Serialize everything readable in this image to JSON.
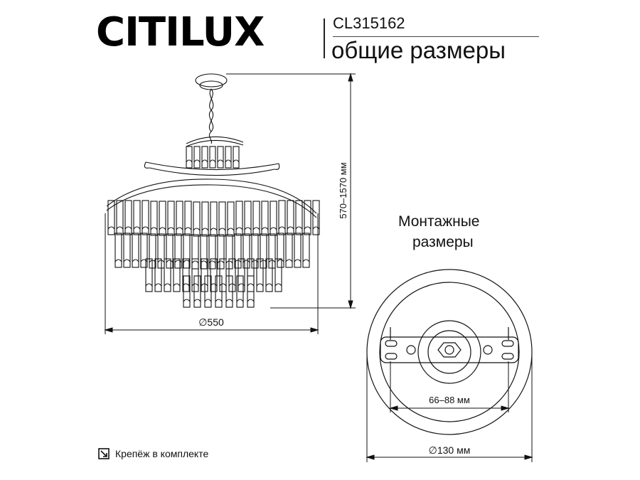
{
  "brand": {
    "logo_text": "CITILUX"
  },
  "header": {
    "model_code": "CL315162",
    "subtitle": "общие размеры"
  },
  "dimensions": {
    "height": "570–1570 мм",
    "diameter": "∅550"
  },
  "mounting": {
    "title_line1": "Монтажные",
    "title_line2": "размеры",
    "bracket_range": "66–88 мм",
    "base_diameter": "∅130 мм"
  },
  "footer": {
    "note": "Крепёж в комплекте",
    "icon": "mounting-kit-icon"
  },
  "colors": {
    "line": "#111111"
  }
}
